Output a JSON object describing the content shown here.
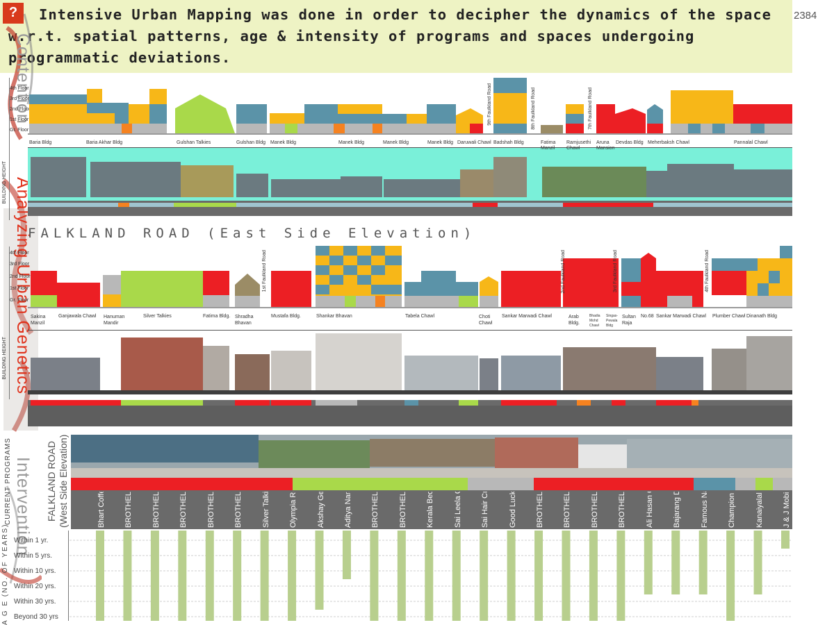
{
  "header": {
    "badge": "?",
    "text": "Intensive Urban Mapping was done in order to decipher the dynamics of the space w.r.t. spatial patterns, age & intensity of programs and spaces undergoing programmatic deviations.",
    "slide_number": "2384"
  },
  "side_titles": [
    "Contention",
    "Analyzing Urban Genetics",
    "Intervention"
  ],
  "colors": {
    "yellow": "#f7b718",
    "blue": "#5b93a8",
    "red": "#ec1f24",
    "green": "#a9d94a",
    "grey": "#b8b8b8",
    "orange": "#f58220",
    "dark_grey": "#6a6a6a",
    "cyan": "#7af0d9",
    "brown": "#9b8c66",
    "age_bar": "#b8cf8e",
    "header_bg": "#eef3c4"
  },
  "floor_labels": [
    "4th Floor",
    "3rd Floor",
    "2nd Floor",
    "1st Floor",
    "Gr. Floor"
  ],
  "building_height_label": "BUILDING HEIGHT",
  "top_row_buildings": [
    "Baria Bldg",
    "Baria Akhar Bldg",
    "Gulshan Talkies",
    "Gulshan Bldg",
    "Manek Bldg",
    "Manek Bldg",
    "Manek Bldg",
    "Manek Bldg",
    "Daruwali Chawl",
    "Badshah Bldg",
    "Fatima Manzil",
    "Ramjusethi Chawl",
    "Aruna Mansion",
    "Devdas Bldg",
    "Meherbaksh Chawl",
    "Pannalal Chawl"
  ],
  "top_row_roads": [
    "9th Faulkland Road",
    "8th Faulkland Road",
    "7th Faulkland Road"
  ],
  "east_elevation_title": "FALKLAND ROAD (East Side Elevation)",
  "second_row_buildings": [
    "Sakina Manzil",
    "Ganjawala Chawl",
    "Hanuman Mandir",
    "Silver Talkies",
    "Fatima Bldg.",
    "Shradha Bhavan",
    "Mustafa Bldg.",
    "Shankar Bhavan",
    "Tabela Chawl",
    "Choti Chawl",
    "Sankar Marwadi Chawl",
    "Arab Bldg.",
    "Bhadia Mohd Chawl",
    "Singas-Pewala Bldg",
    "Sultan Raja",
    "No.68",
    "Sankar Marwadi Chawl",
    "Plumber Chawl",
    "Dinanath Bldg"
  ],
  "second_row_roads": [
    "1st Faulkland Road",
    "2nd Faulkland Road",
    "3rd Faulkland Road",
    "4th Faulkland Road"
  ],
  "west_elevation_title": "FALKLAND ROAD (West Side Elevation)",
  "current_programs_label": "CURRENT PROGRAMS",
  "age_axis_label": "A G E (NO. OF YEARS)",
  "age_categories": [
    "Within 1 yr.",
    "Within 5 yrs.",
    "Within 10 yrs.",
    "Within 20 yrs.",
    "Within 30 yrs.",
    "Beyond 30 yrs"
  ],
  "programs": [
    {
      "name": "Bhart Coffee House",
      "age_level": 6
    },
    {
      "name": "BROTHEL",
      "age_level": 6
    },
    {
      "name": "BROTHEL",
      "age_level": 6
    },
    {
      "name": "BROTHEL",
      "age_level": 6
    },
    {
      "name": "BROTHEL",
      "age_level": 6
    },
    {
      "name": "BROTHEL",
      "age_level": 6
    },
    {
      "name": "Silver Talkies",
      "age_level": 6
    },
    {
      "name": "Olympia Restaurant",
      "age_level": 6
    },
    {
      "name": "Akshay General Stores",
      "age_level": 5
    },
    {
      "name": "Aditya Narai Pan Shop",
      "age_level": 3
    },
    {
      "name": "BROTHEL",
      "age_level": 6
    },
    {
      "name": "BROTHEL",
      "age_level": 6
    },
    {
      "name": "Kerala Bedi Shop",
      "age_level": 6
    },
    {
      "name": "Sai Leela Communication",
      "age_level": 6
    },
    {
      "name": "Sai Hair Cutting Saloon",
      "age_level": 6
    },
    {
      "name": "Good Luck Inn",
      "age_level": 6
    },
    {
      "name": "BROTHEL",
      "age_level": 6
    },
    {
      "name": "BROTHEL",
      "age_level": 6
    },
    {
      "name": "BROTHEL",
      "age_level": 6
    },
    {
      "name": "BROTHEL",
      "age_level": 6
    },
    {
      "name": "Ali Hasan Chicken Centre",
      "age_level": 4
    },
    {
      "name": "Bajarang Dairy Farm",
      "age_level": 4
    },
    {
      "name": "Famous Nagori Dairy",
      "age_level": 4
    },
    {
      "name": "Champion Video Parlour",
      "age_level": 6
    },
    {
      "name": "Kanaiyalal Damodar",
      "age_level": 4
    },
    {
      "name": "J & J Mobile Seller",
      "age_level": 1
    }
  ],
  "program_strip": [
    {
      "color": "red",
      "span": 0.307
    },
    {
      "color": "green",
      "span": 0.243
    },
    {
      "color": "grey",
      "span": 0.092
    },
    {
      "color": "red",
      "span": 0.221
    },
    {
      "color": "blue",
      "span": 0.058
    },
    {
      "color": "grey",
      "span": 0.028
    },
    {
      "color": "green",
      "span": 0.024
    },
    {
      "color": "grey",
      "span": 0.027
    }
  ]
}
